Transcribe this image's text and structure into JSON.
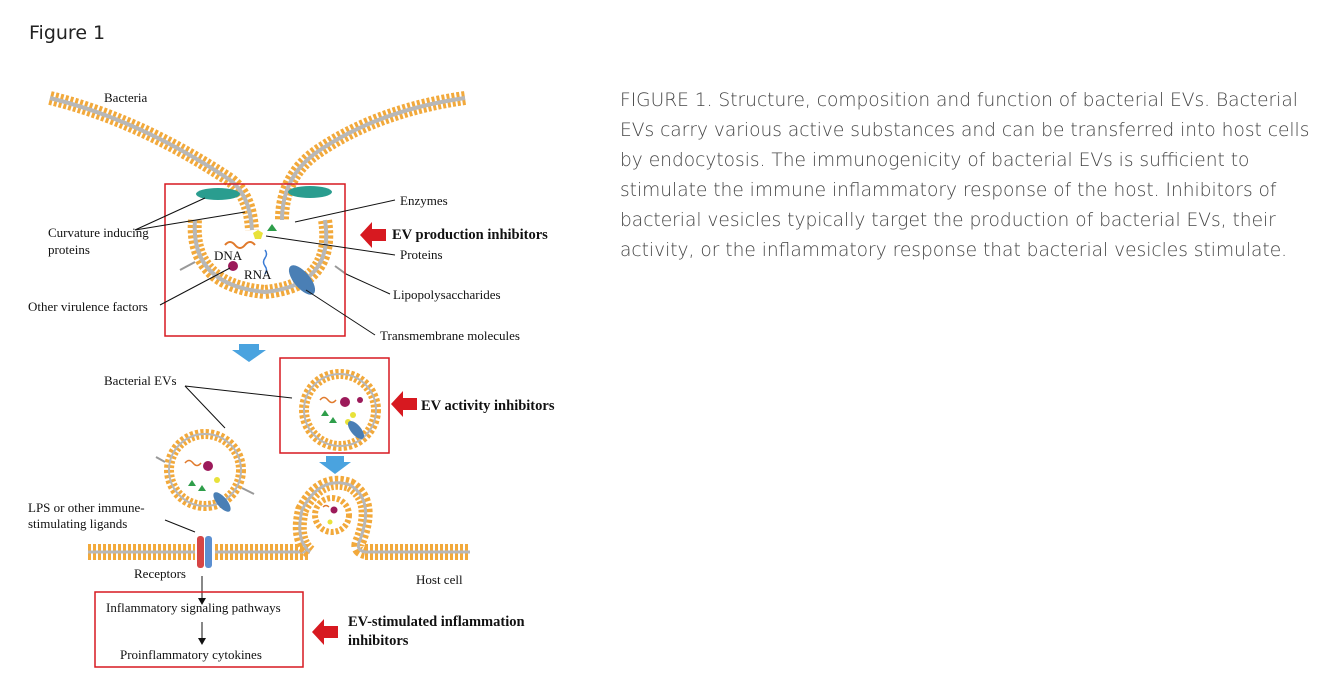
{
  "page": {
    "heading": "Figure 1"
  },
  "caption": {
    "text": "FIGURE 1. Structure, composition and function of bacterial EVs. Bacterial EVs carry various active substances and can be transferred into host cells by endocytosis. The immunogenicity of bacterial EVs is sufficient to stimulate the immune inflammatory response of the host. Inhibitors of bacterial vesicles typically target the production of bacterial EVs, their activity, or the inflammatory response that bacterial vesicles stimulate."
  },
  "diagram": {
    "labels": {
      "bacteria": "Bacteria",
      "enzymes": "Enzymes",
      "curvature_1": "Curvature inducing",
      "curvature_2": "proteins",
      "ev_production_inhibitors": "EV production inhibitors",
      "proteins": "Proteins",
      "dna": "DNA",
      "rna": "RNA",
      "lipopolysaccharides": "Lipopolysaccharides",
      "other_virulence": "Other virulence factors",
      "transmembrane": "Transmembrane molecules",
      "bacterial_evs": "Bacterial EVs",
      "ev_activity_inhibitors": "EV activity inhibitors",
      "lps_1": "LPS or other immune-",
      "lps_2": "stimulating ligands",
      "receptors": "Receptors",
      "host_cell": "Host cell",
      "inflammatory_pathways": "Inflammatory signaling pathways",
      "proinflammatory_cytokines": "Proinflammatory cytokines",
      "ev_stim_1": "EV-stimulated inflammation",
      "ev_stim_2": "inhibitors"
    },
    "colors": {
      "membrane_head": "#f2a93b",
      "membrane_tail": "#b8b8b8",
      "inhibitor_red": "#d71920",
      "arrow_blue": "#4aa3df",
      "curvature_protein": "#2a9d8f",
      "transmembrane": "#4a7fb5",
      "receptor_red": "#d64545",
      "receptor_blue": "#5b8fd1",
      "dna_orange": "#e07a2c",
      "rna_blue": "#3a7bd5",
      "protein_yellow": "#e8e23a",
      "enzyme_green": "#2e9e4a",
      "virulence_purple": "#9c1a5a"
    }
  }
}
